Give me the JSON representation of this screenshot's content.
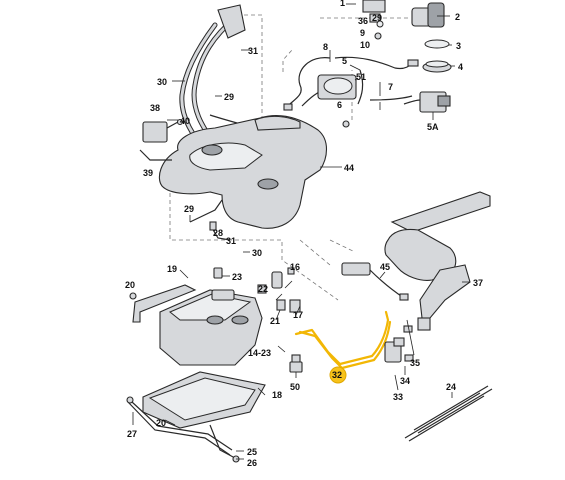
{
  "diagram": {
    "highlight_color": "#f7c21a",
    "highlighted_part": "32",
    "labels": {
      "l1": "1",
      "l2": "2",
      "l3": "3",
      "l4": "4",
      "l5": "5",
      "l5a": "5A",
      "l6": "6",
      "l7": "7",
      "l8": "8",
      "l9": "9",
      "l10": "10",
      "l14_23": "14-23",
      "l16": "16",
      "l17": "17",
      "l18": "18",
      "l19": "19",
      "l20a": "20",
      "l20b": "20",
      "l21": "21",
      "l22": "22",
      "l23": "23",
      "l24": "24",
      "l25": "25",
      "l26": "26",
      "l27": "27",
      "l28": "28",
      "l29a": "29",
      "l29b": "29",
      "l30a": "30",
      "l30b": "30",
      "l31a": "31",
      "l31b": "31",
      "l32": "32",
      "l33": "33",
      "l34": "34",
      "l35": "35",
      "l36": "36",
      "l37": "37",
      "l38": "38",
      "l39": "39",
      "l40": "40",
      "l44": "44",
      "l45": "45",
      "l50": "50",
      "l51": "51"
    }
  }
}
